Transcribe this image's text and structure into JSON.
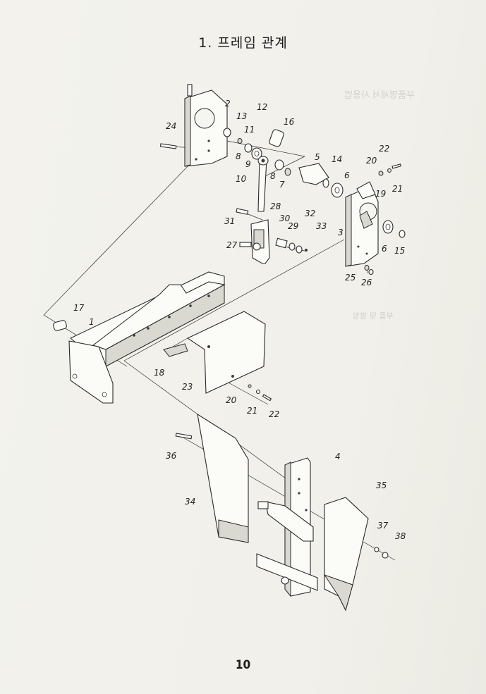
{
  "page": {
    "title": "1. 프레임 관계",
    "page_number": "10"
  },
  "bleed_through": [
    "부품명세서 사용법",
    "부품 및 명칭"
  ],
  "callouts": [
    "1",
    "2",
    "3",
    "4",
    "5",
    "6",
    "6",
    "7",
    "8",
    "8",
    "9",
    "10",
    "11",
    "12",
    "13",
    "14",
    "15",
    "16",
    "17",
    "18",
    "19",
    "20",
    "20",
    "21",
    "21",
    "22",
    "22",
    "23",
    "24",
    "25",
    "26",
    "27",
    "28",
    "29",
    "30",
    "31",
    "32",
    "33",
    "34",
    "35",
    "36",
    "37",
    "38"
  ]
}
